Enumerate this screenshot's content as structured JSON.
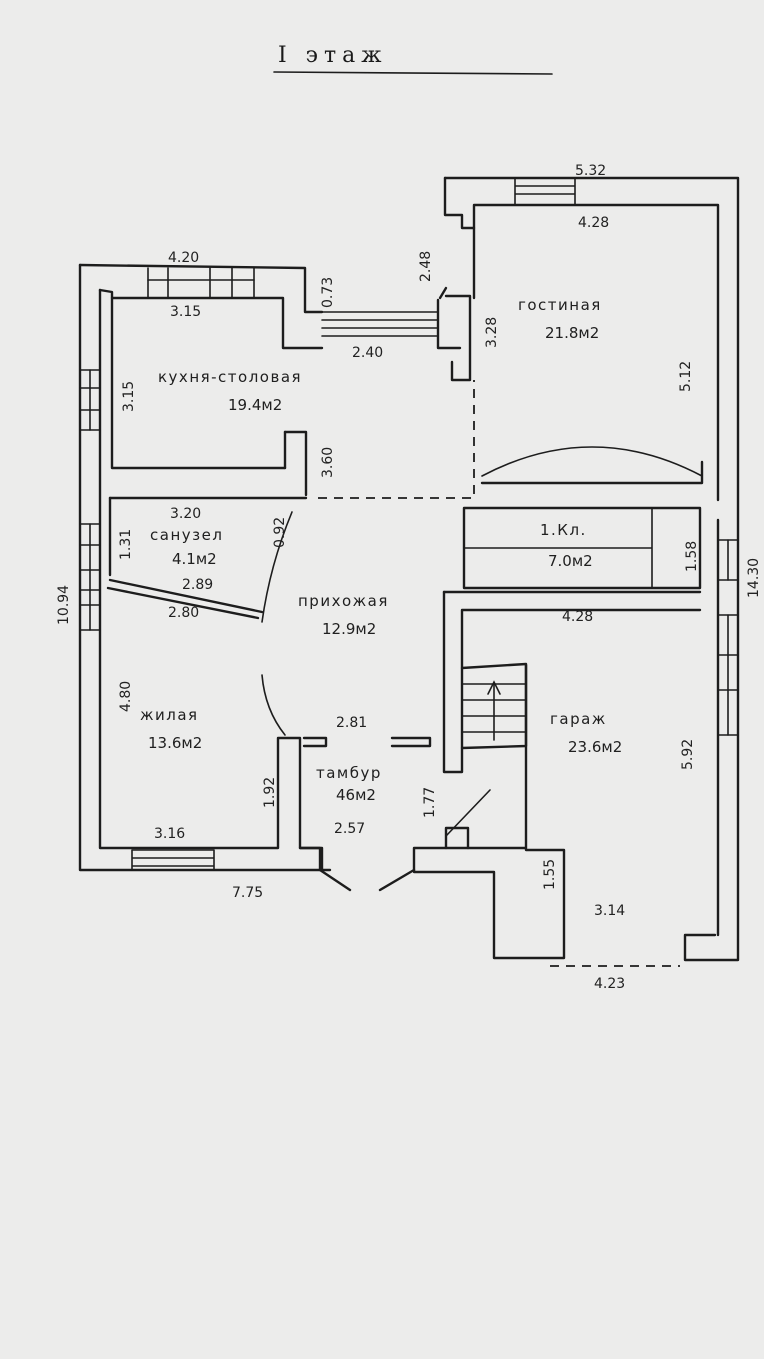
{
  "title": "I этаж",
  "rooms": [
    {
      "name": "гостиная",
      "area": "21.8м2"
    },
    {
      "name": "кухня-столовая",
      "area": "19.4м2"
    },
    {
      "name": "санузел",
      "area": "4.1м2"
    },
    {
      "name": "1.Кл.",
      "area": "7.0м2"
    },
    {
      "name": "прихожая",
      "area": "12.9м2"
    },
    {
      "name": "жилая",
      "area": "13.6м2"
    },
    {
      "name": "тамбур",
      "area": "46м2"
    },
    {
      "name": "гараж",
      "area": "23.6м2"
    }
  ],
  "dimensions": [
    "5.32",
    "4.28",
    "4.20",
    "2.48",
    "0.73",
    "3.15",
    "3.28",
    "2.40",
    "5.12",
    "3.15",
    "3.60",
    "3.20",
    "1.31",
    "0.92",
    "2.89",
    "2.80",
    "10.94",
    "14.30",
    "1.58",
    "4.28",
    "4.80",
    "2.81",
    "5.92",
    "1.92",
    "1.77",
    "3.16",
    "2.57",
    "1.55",
    "7.75",
    "3.14",
    "4.23"
  ]
}
